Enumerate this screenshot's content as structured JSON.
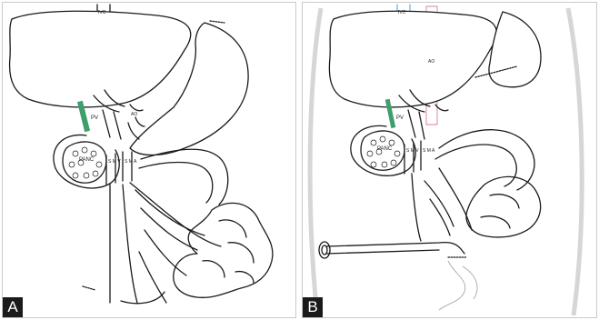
{
  "panels": [
    {
      "letter": "A",
      "labels": {
        "ivc": "IVC",
        "pv": "PV",
        "ao": "AO",
        "panc": "PANC",
        "smv": "S M V",
        "sma": "S M A"
      }
    },
    {
      "letter": "B",
      "labels": {
        "ivc": "IVC",
        "pv": "PV",
        "ao": "AO",
        "panc": "PANC",
        "smv": "S M V",
        "sma": "S M A"
      }
    }
  ],
  "colors": {
    "outline": "#1a1a1a",
    "bile_duct": "#3f9e6e",
    "ivc_accent": "#7fb0d8",
    "aorta_accent": "#d87f8f",
    "abdominal_wall": "#d6d6d6"
  }
}
